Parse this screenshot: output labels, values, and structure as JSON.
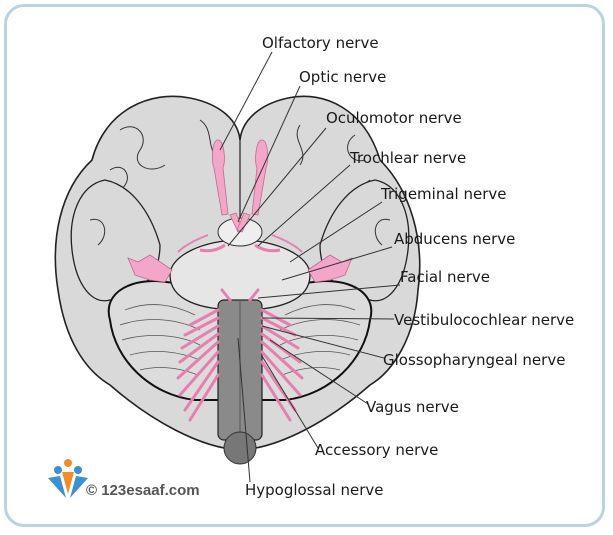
{
  "labels": {
    "olfactory": "Olfactory nerve",
    "optic": "Optic nerve",
    "oculomotor": "Oculomotor nerve",
    "trochlear": "Trochlear nerve",
    "trigeminal": "Trigeminal nerve",
    "abducens": "Abducens nerve",
    "facial": "Facial nerve",
    "vestibulocochlear": "Vestibulocochlear nerve",
    "glossopharyngeal": "Glossopharyngeal nerve",
    "vagus": "Vagus nerve",
    "accessory": "Accessory nerve",
    "hypoglossal": "Hypoglossal nerve"
  },
  "watermark": {
    "text": "© 123esaaf.com",
    "icon": "people-logo-icon"
  },
  "colors": {
    "brain": "#d9d9d9",
    "outline": "#222222",
    "nerve": "#f4a6c8",
    "brainstem": "#8a8a8a",
    "frame": "#b9d3e2"
  }
}
